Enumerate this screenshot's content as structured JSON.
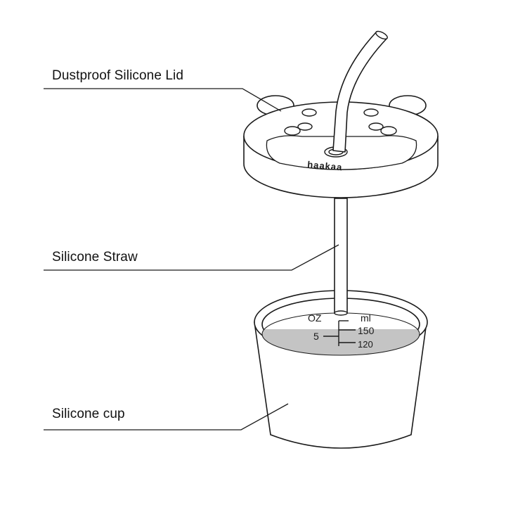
{
  "labels": {
    "lid": "Dustproof Silicone Lid",
    "straw": "Silicone Straw",
    "cup": "Silicone cup"
  },
  "brand": "haakaa",
  "scale": {
    "left_unit": "OZ",
    "right_unit": "ml",
    "oz_mark": "5",
    "ml_mark_1": "150",
    "ml_mark_2": "120"
  },
  "colors": {
    "stroke": "#1a1a1a",
    "liquid": "#c4c4c4",
    "background": "#ffffff"
  }
}
